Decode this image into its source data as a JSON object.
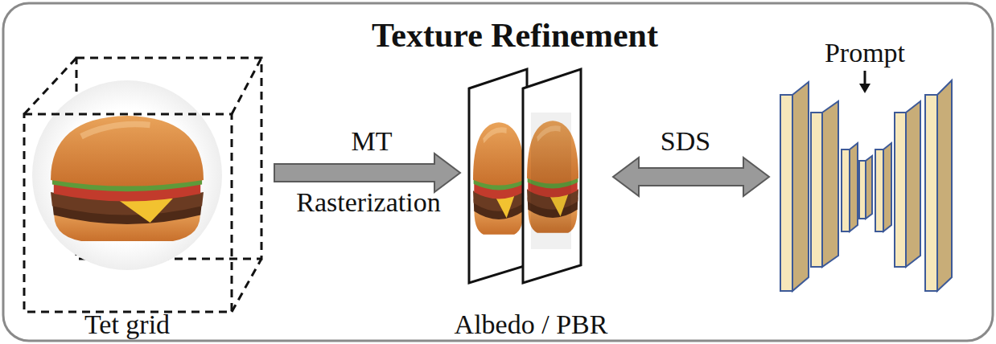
{
  "diagram": {
    "title": "Texture Refinement",
    "nodes": [
      {
        "text": [
          "Tet grid"
        ]
      },
      {
        "text": [
          "Albedo / PBR"
        ]
      },
      {
        "text": [
          "Prompt"
        ]
      }
    ],
    "edges": [
      {
        "from": 0,
        "to": 1,
        "arrow": "to",
        "label": "MT"
      },
      {
        "from": 1,
        "to": 2,
        "arrow": "both",
        "label": "SDS"
      }
    ],
    "labels": [
      "Rasterization"
    ]
  }
}
